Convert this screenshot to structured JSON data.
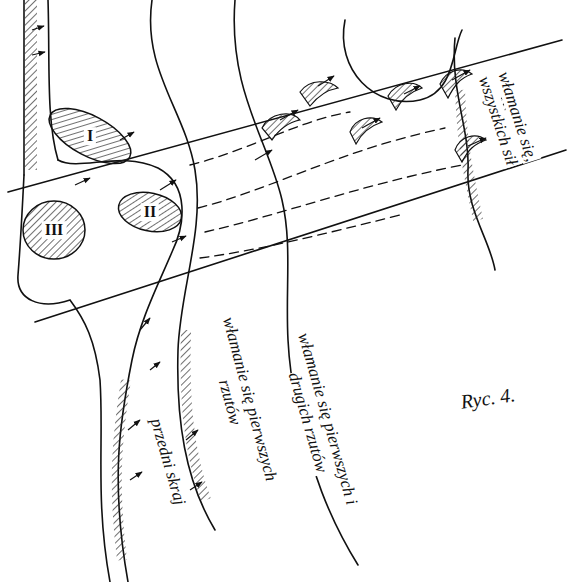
{
  "diagram": {
    "caption": "Ryc. 4.",
    "nodes": [
      {
        "text": [
          "I"
        ]
      },
      {
        "text": [
          "II"
        ]
      },
      {
        "text": [
          "III"
        ]
      }
    ],
    "labels": [
      "przedni skraj",
      "włamanie się pierwszych rzutów",
      "włamanie się pierwszych i drugich rzutów",
      "włamanie się, wszystkich sił"
    ]
  }
}
